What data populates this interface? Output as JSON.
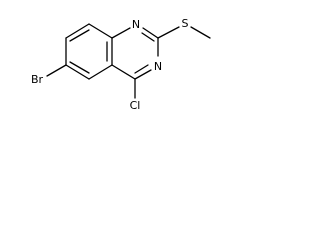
{
  "molecule": {
    "atoms": {
      "n1": "N",
      "n3": "N",
      "sulfur": "S",
      "chlorine": "Cl",
      "bromine": "Br"
    }
  }
}
